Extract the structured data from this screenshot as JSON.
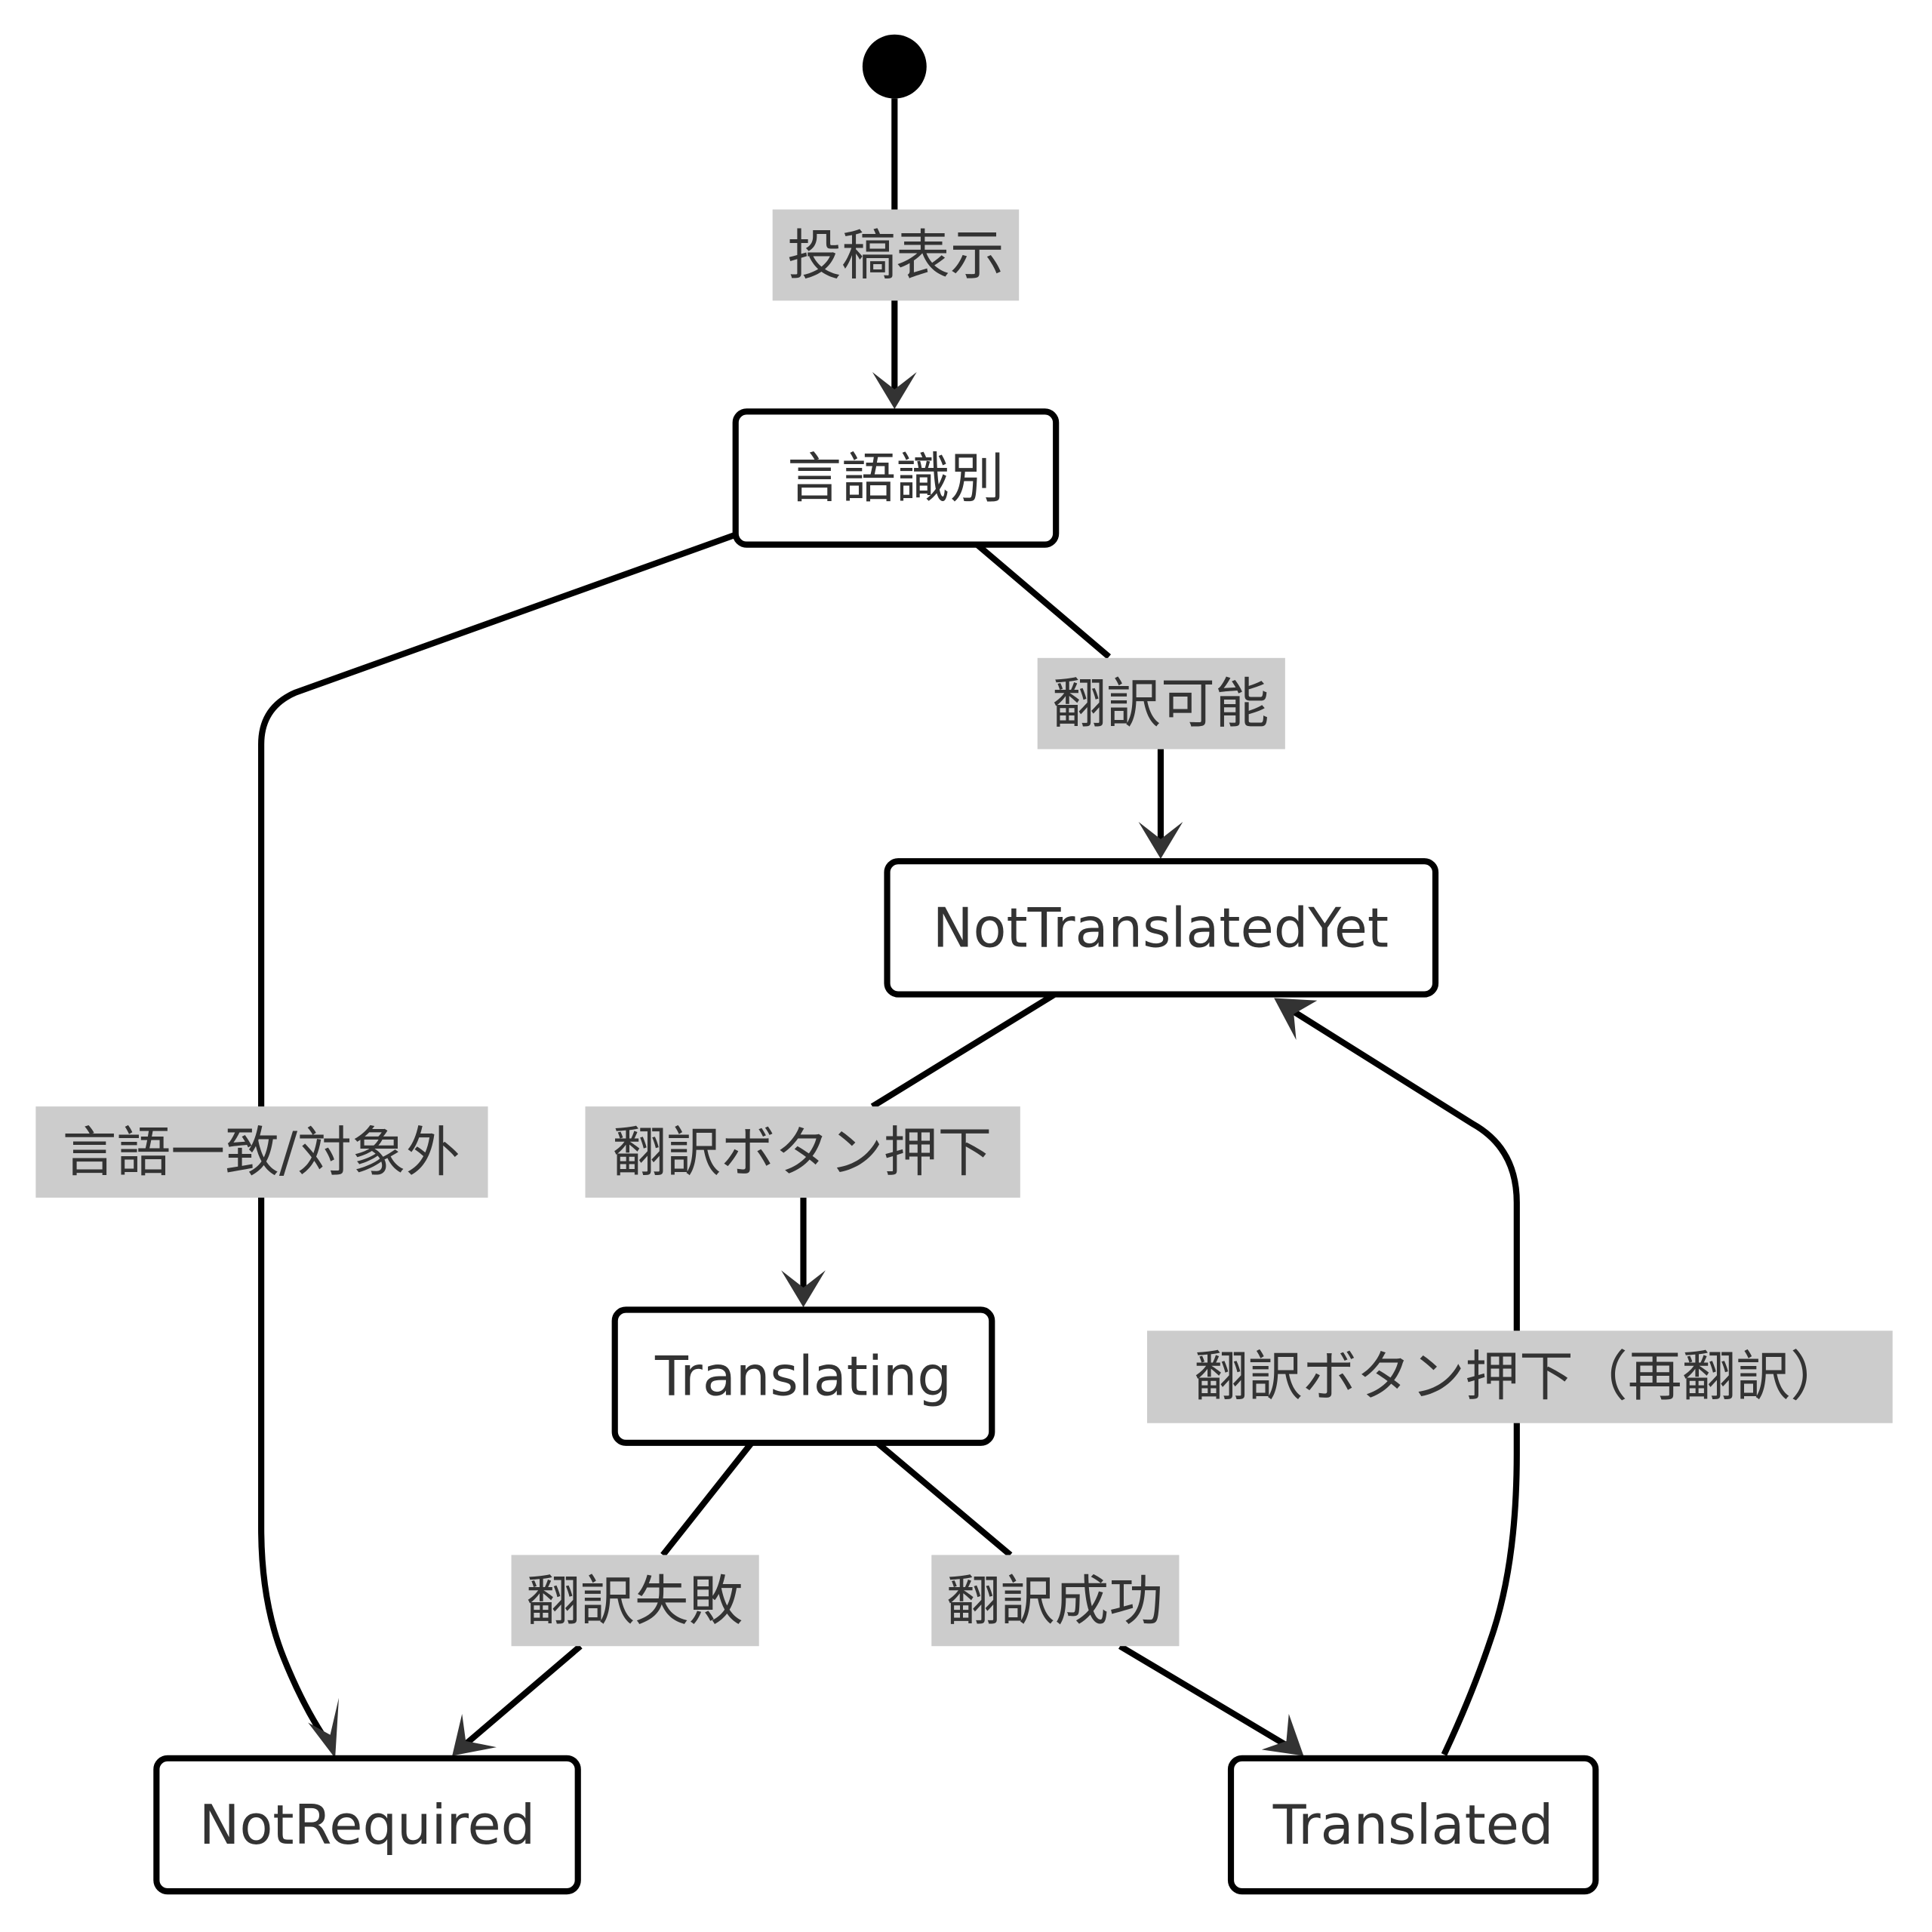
{
  "diagram": {
    "type": "state-diagram",
    "initial_state_target": "identify",
    "states": [
      {
        "id": "identify",
        "label": "言語識別"
      },
      {
        "id": "not_translated_yet",
        "label": "NotTranslatedYet"
      },
      {
        "id": "translating",
        "label": "Translating"
      },
      {
        "id": "not_required",
        "label": "NotRequired"
      },
      {
        "id": "translated",
        "label": "Translated"
      }
    ],
    "transitions": [
      {
        "from": "initial",
        "to": "identify",
        "label": "投稿表示"
      },
      {
        "from": "identify",
        "to": "not_translated_yet",
        "label": "翻訳可能"
      },
      {
        "from": "identify",
        "to": "not_required",
        "label": "言語一致/対象外"
      },
      {
        "from": "not_translated_yet",
        "to": "translating",
        "label": "翻訳ボタン押下"
      },
      {
        "from": "translated",
        "to": "not_translated_yet",
        "label": "翻訳ボタン押下（再翻訳）"
      },
      {
        "from": "translating",
        "to": "not_required",
        "label": "翻訳失敗"
      },
      {
        "from": "translating",
        "to": "translated",
        "label": "翻訳成功"
      }
    ],
    "colors": {
      "stroke": "#000000",
      "text": "#333333",
      "label_background": "#cccccc",
      "node_fill": "#ffffff"
    }
  }
}
